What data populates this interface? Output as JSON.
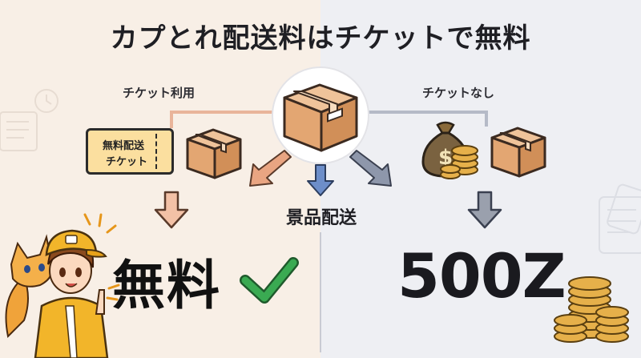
{
  "title": "カプとれ配送料はチケットで無料",
  "left": {
    "label": "チケット利用",
    "ticket_line1": "無料配送",
    "ticket_line2": "チケット",
    "result": "無料"
  },
  "right": {
    "label": "チケットなし",
    "result": "500Z"
  },
  "center_label": "景品配送",
  "icons": {
    "center": "package-box-icon",
    "left_box": "package-box-icon",
    "right_box": "package-box-icon",
    "money": "money-bag-icon",
    "coins": "coin-stack-icon",
    "check": "check-mark-icon",
    "mascot": "mascot-character"
  },
  "colors": {
    "left_bg": "#f8efe6",
    "right_bg": "#eeeff3",
    "box": "#e3a672",
    "check": "#2e9a4a",
    "arrow_left": "#e9a582",
    "arrow_center": "#6d8ec9",
    "arrow_right": "#8e97ab",
    "coin": "#e6b04a"
  }
}
